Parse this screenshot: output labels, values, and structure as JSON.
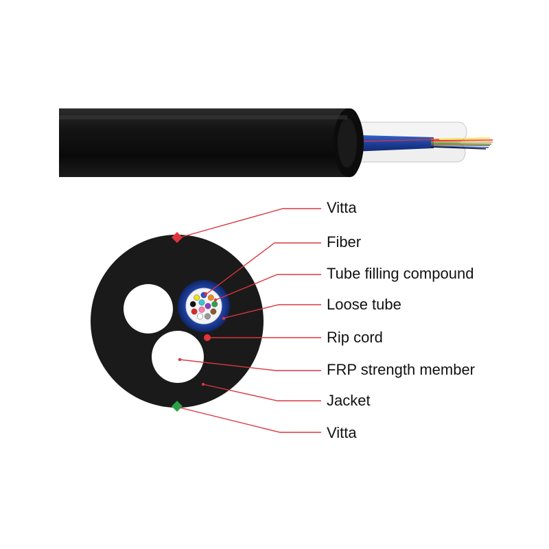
{
  "colors": {
    "jacket": "#1a1a1a",
    "leader_line": "#d9363e",
    "loose_tube": "#1d3f9a",
    "frp_member": "#ffffff",
    "vitta_top": "#e0343c",
    "vitta_bottom": "#2aa24a",
    "label_text": "#111111"
  },
  "labels": {
    "vitta_top": "Vitta",
    "fiber": "Fiber",
    "tube_filling_compound": "Tube filling compound",
    "loose_tube": "Loose tube",
    "rip_cord": "Rip cord",
    "frp_strength_member": "FRP strength member",
    "jacket": "Jacket",
    "vitta_bottom": "Vitta"
  },
  "fiber_colors": [
    "#1e4fd8",
    "#f08a1c",
    "#2aa24a",
    "#8b5a2b",
    "#9a9a9a",
    "#ffffff",
    "#e02424",
    "#111111",
    "#f2e21a",
    "#8a3fc4",
    "#ff7fb0",
    "#34c6d6"
  ]
}
